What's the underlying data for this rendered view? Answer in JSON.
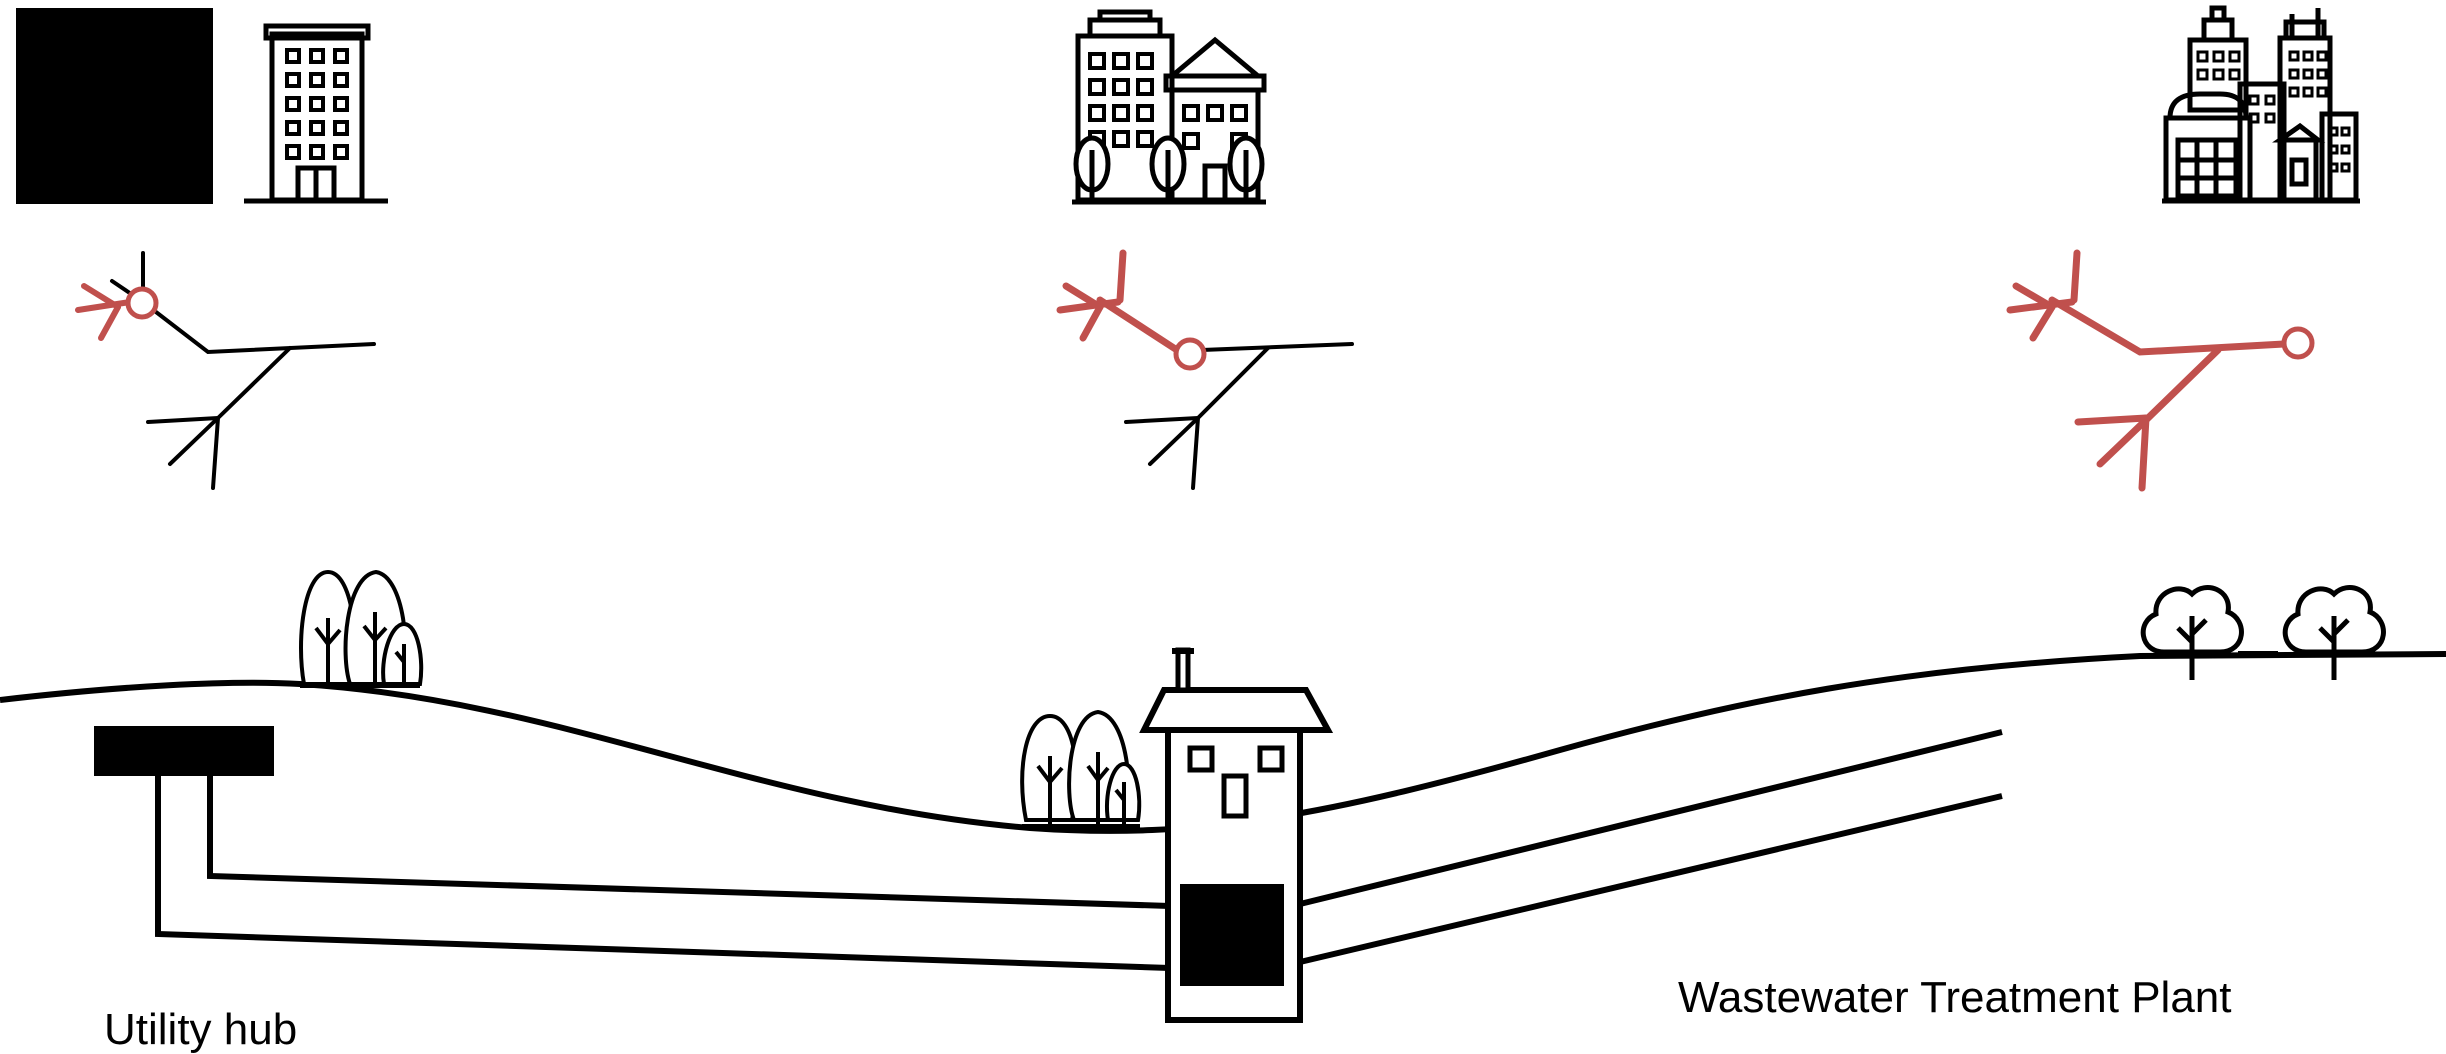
{
  "labels": {
    "left_station": "Utility hub",
    "treatment_plant": "Wastewater Treatment Plant"
  },
  "colors": {
    "ink": "#000000",
    "highlight": "#C0504D",
    "background": "#ffffff"
  },
  "icons": [
    "black-square-icon",
    "office-building-icon",
    "city-buildings-trees-icon",
    "skyline-icon",
    "tree-cluster-icon",
    "round-tree-icon",
    "pump-station-house-icon"
  ],
  "network_stages": [
    {
      "stage": 1,
      "highlighted_segment": "upstream-branch-tip"
    },
    {
      "stage": 2,
      "highlighted_segment": "upper-branch"
    },
    {
      "stage": 3,
      "highlighted_segment": "full-network"
    }
  ]
}
